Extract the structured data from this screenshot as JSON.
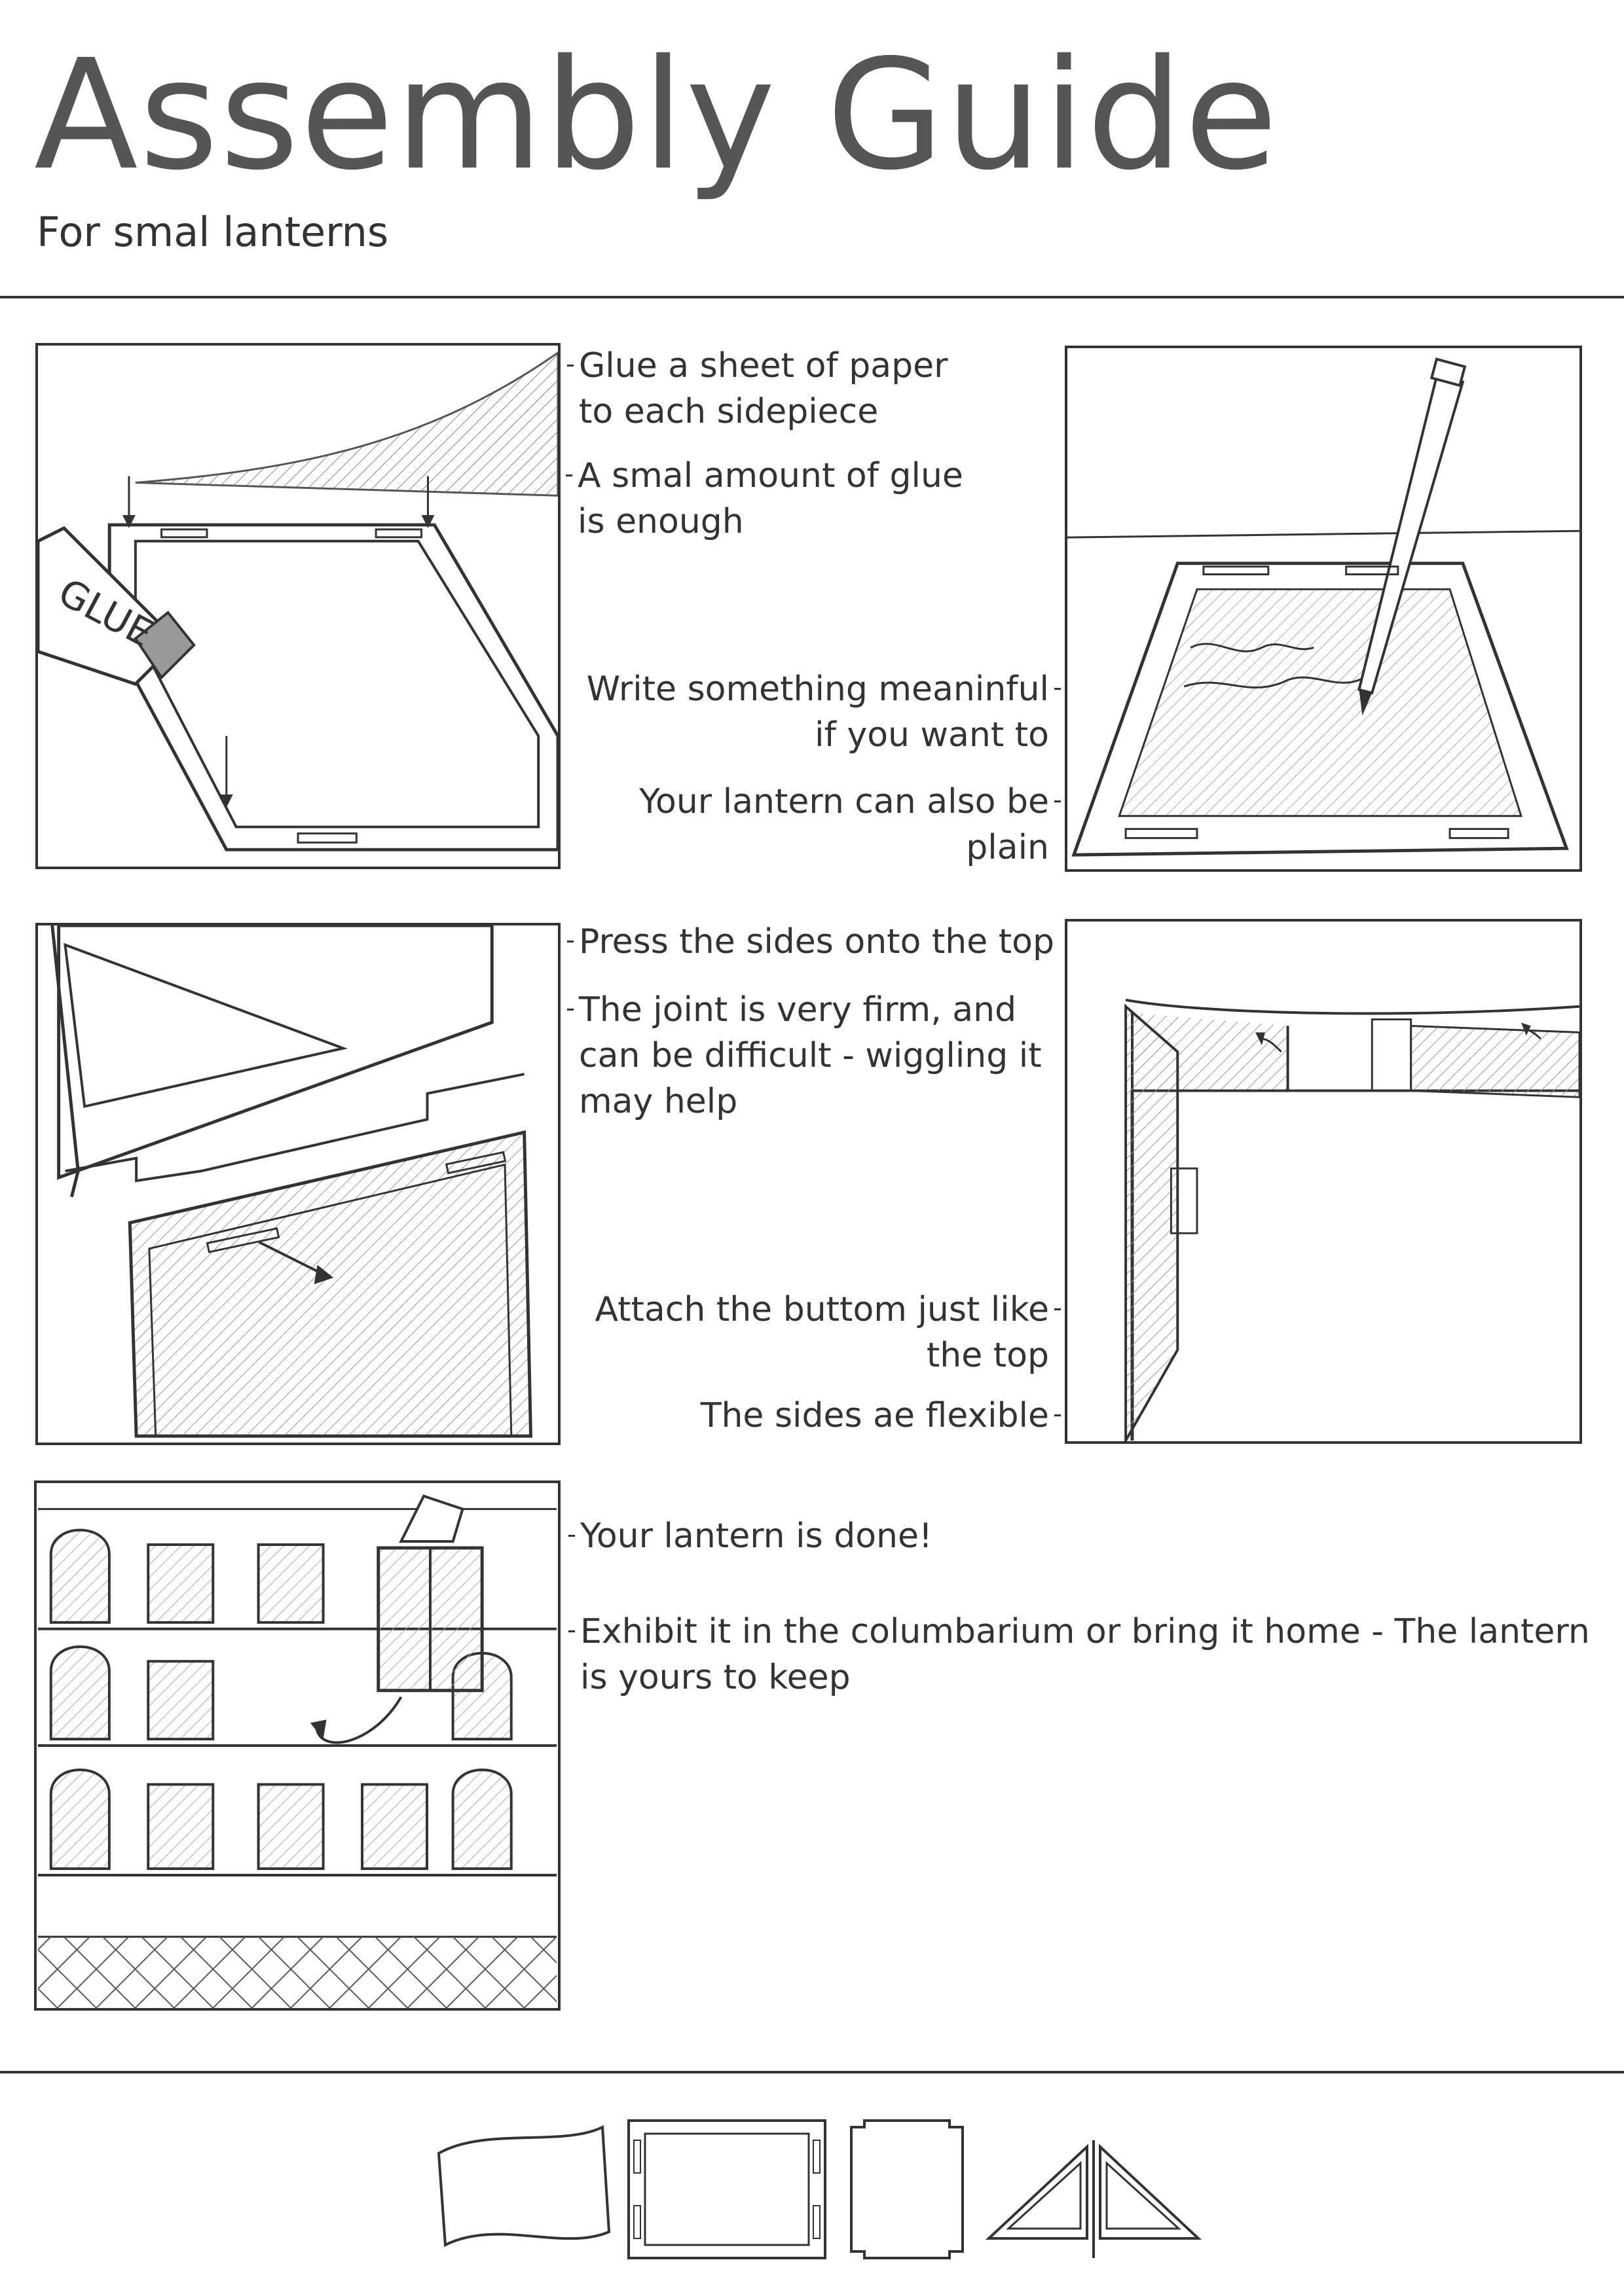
{
  "header": {
    "title": "Assembly Guide",
    "subtitle": "For smal lanterns"
  },
  "steps": [
    {
      "captions": [
        "Glue a sheet of paper to each sidepiece",
        "A smal amount of glue is enough"
      ],
      "glue_label": "GLUE"
    },
    {
      "captions": [
        "Write something meaninful if you want to",
        "Your lantern can also be plain"
      ]
    },
    {
      "captions": [
        "Press the sides onto the top",
        "The joint is very firm, and can be difficult - wiggling it may help"
      ]
    },
    {
      "captions": [
        "Attach the buttom just like the top",
        "The sides ae flexible"
      ]
    },
    {
      "captions": [
        "Your lantern is done!",
        "Exhibit it in the columbarium or bring it home - The lantern is yours to keep"
      ]
    }
  ],
  "icons": [
    "glue-bottle-icon",
    "pencil-icon",
    "arrow-icon",
    "lantern-icon",
    "paper-sheet-icon",
    "side-frame-icon",
    "top-piece-icon",
    "corner-piece-icon"
  ]
}
